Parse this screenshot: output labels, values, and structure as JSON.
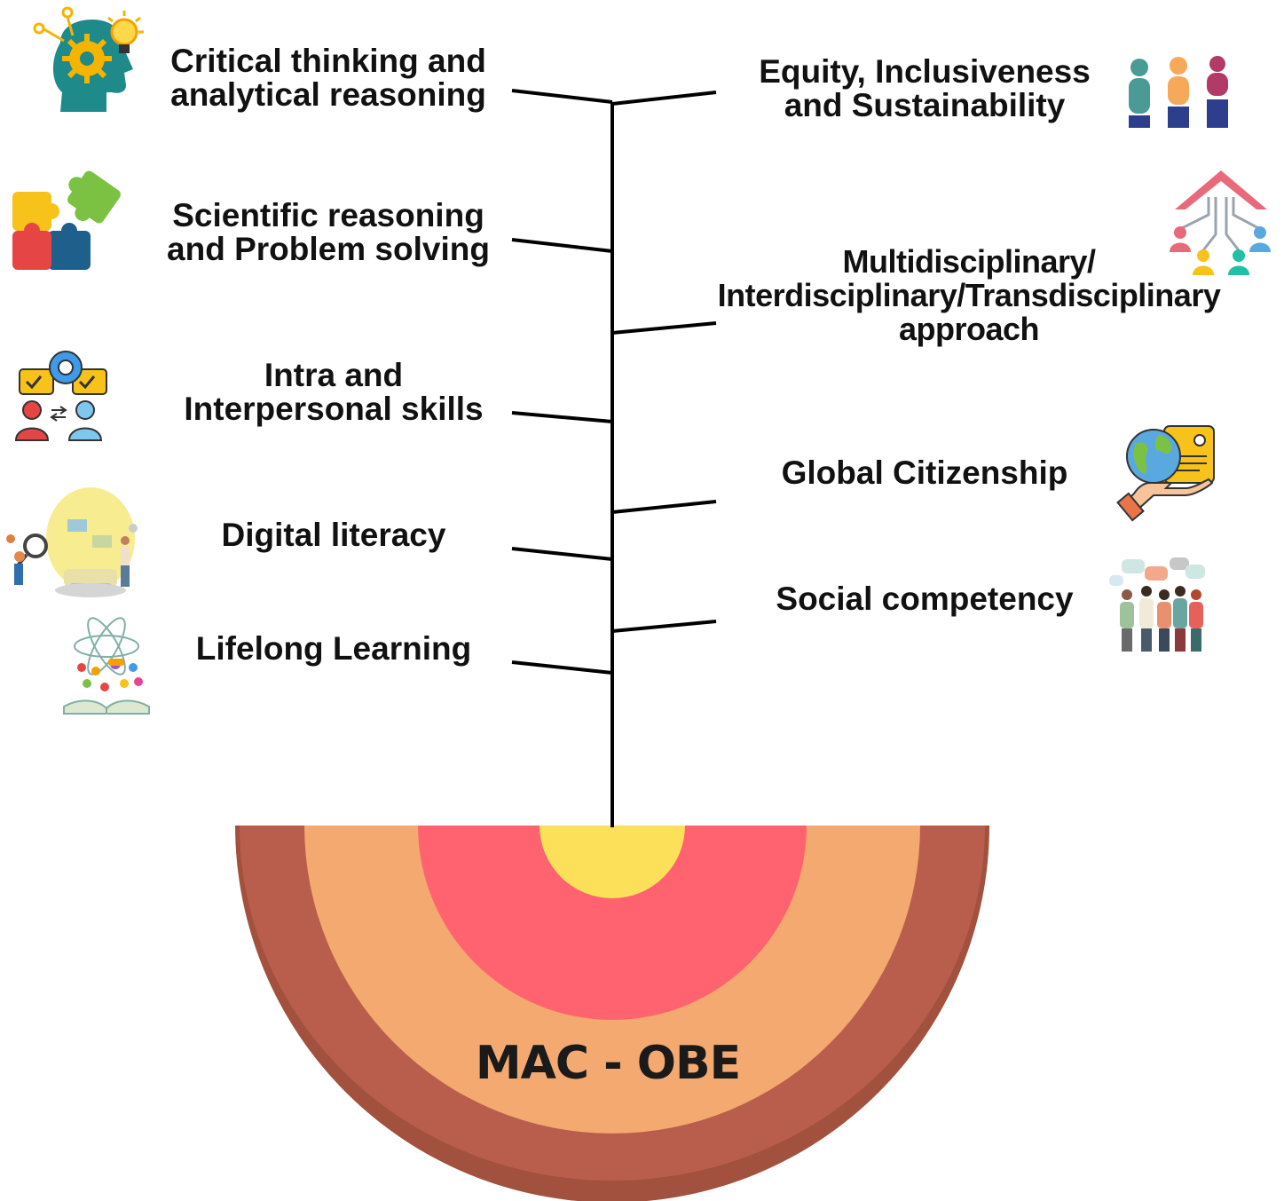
{
  "core": {
    "title": "MAC - OBE",
    "ring_colors": [
      "#A2513E",
      "#B95E4C",
      "#F3A96F",
      "#FF6370",
      "#FDE05A"
    ]
  },
  "left_items": [
    {
      "line1": "Critical thinking and",
      "line2": "analytical reasoning",
      "icon": "head-gears-bulb-icon"
    },
    {
      "line1": "Scientific reasoning",
      "line2": "and Problem solving",
      "icon": "puzzle-pieces-icon"
    },
    {
      "line1": "Intra and",
      "line2": "Interpersonal skills",
      "icon": "people-exchange-icon"
    },
    {
      "line1": "Digital literacy",
      "line2": "",
      "icon": "digital-bulb-icon"
    },
    {
      "line1": "Lifelong Learning",
      "line2": "",
      "icon": "open-book-atom-icon"
    }
  ],
  "right_items": [
    {
      "line1": "Equity, Inclusiveness",
      "line2": "and Sustainability",
      "line3": "",
      "icon": "equity-people-icon"
    },
    {
      "line1": "Multidisciplinary/",
      "line2": "Interdisciplinary/Transdisciplinary",
      "line3": "approach",
      "icon": "network-people-icon"
    },
    {
      "line1": "Global Citizenship",
      "line2": "",
      "line3": "",
      "icon": "globe-hand-icon"
    },
    {
      "line1": "Social competency",
      "line2": "",
      "line3": "",
      "icon": "crowd-chat-icon"
    }
  ]
}
